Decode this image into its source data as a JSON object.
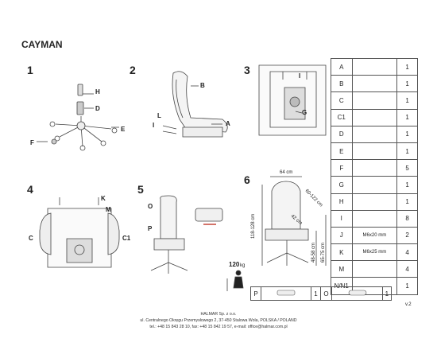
{
  "document": {
    "title": "CAYMAN",
    "version": "v.2",
    "steps": [
      "1",
      "2",
      "3",
      "4",
      "5",
      "6"
    ],
    "callouts": {
      "s1": [
        "H",
        "D",
        "E",
        "F"
      ],
      "s2": [
        "B",
        "L",
        "I",
        "A"
      ],
      "s3": [
        "I",
        "G"
      ],
      "s4": [
        "K",
        "M",
        "C",
        "C1"
      ],
      "s5": [
        "O",
        "P"
      ]
    },
    "dimensions": {
      "width": "64 cm",
      "back": "60-122 cm",
      "total": "118-128 cm",
      "depth": "42 cm",
      "seat": "48-58 cm",
      "arm": "65-75 cm"
    },
    "max_load": "120",
    "max_load_unit": "kg",
    "parts": [
      {
        "letter": "A",
        "desc": "",
        "qty": "1"
      },
      {
        "letter": "B",
        "desc": "",
        "qty": "1"
      },
      {
        "letter": "C",
        "desc": "",
        "qty": "1"
      },
      {
        "letter": "C1",
        "desc": "",
        "qty": "1"
      },
      {
        "letter": "D",
        "desc": "",
        "qty": "1"
      },
      {
        "letter": "E",
        "desc": "",
        "qty": "1"
      },
      {
        "letter": "F",
        "desc": "",
        "qty": "5"
      },
      {
        "letter": "G",
        "desc": "",
        "qty": "1"
      },
      {
        "letter": "H",
        "desc": "",
        "qty": "1"
      },
      {
        "letter": "I",
        "desc": "",
        "qty": "8"
      },
      {
        "letter": "J",
        "desc": "M6x20 mm",
        "qty": "2"
      },
      {
        "letter": "K",
        "desc": "M6x25 mm",
        "qty": "4"
      },
      {
        "letter": "M",
        "desc": "",
        "qty": "4"
      },
      {
        "letter": "N/N1",
        "desc": "",
        "qty": "1"
      }
    ],
    "bottom_row": [
      {
        "letter": "P",
        "qty": "1"
      },
      {
        "letter": "O",
        "qty": "1"
      }
    ],
    "footer": [
      "HALMAR Sp. z o.o.",
      "ul. Centralnego Okręgu Przemysłowego 2, 37-450 Stalowa Wola, POLSKA / POLAND",
      "tel.: +48 15 843 28 10, fax: +48 15 842 19 57, e-mail: office@halmar.com.pl"
    ]
  }
}
